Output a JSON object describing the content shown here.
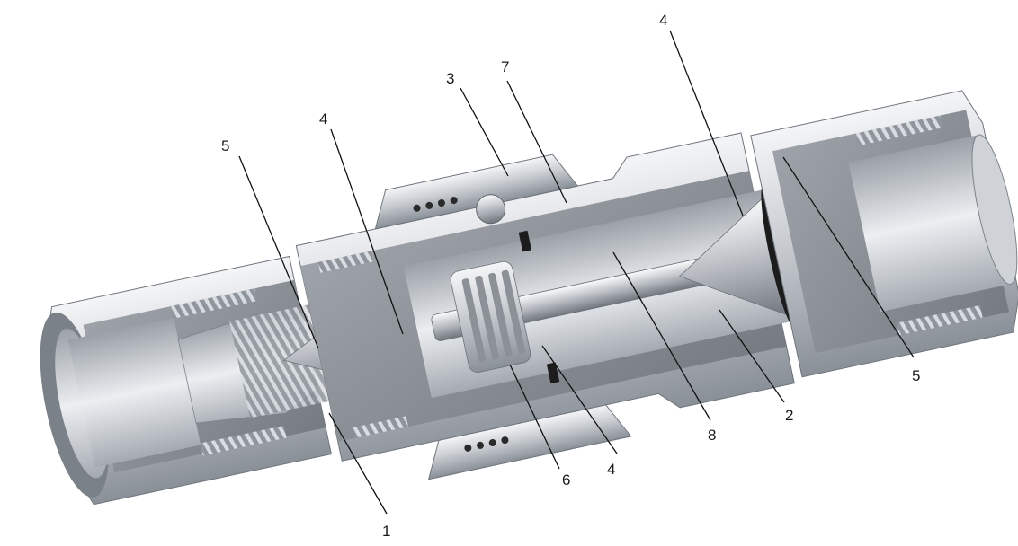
{
  "figure": {
    "subject": "quick-coupling-cutaway",
    "colors": {
      "steel_light": "#e4e6e9",
      "steel_mid": "#b9bdc3",
      "steel_dark": "#7d838b",
      "cut_face": "#8e9399",
      "cut_face_dark": "#6a6f75",
      "oring": "#1c1c1c",
      "leader": "#111111"
    },
    "callouts": [
      {
        "id": "c1",
        "label": "1"
      },
      {
        "id": "c2",
        "label": "2"
      },
      {
        "id": "c3",
        "label": "3"
      },
      {
        "id": "c4a",
        "label": "4"
      },
      {
        "id": "c4b",
        "label": "4"
      },
      {
        "id": "c4c",
        "label": "4"
      },
      {
        "id": "c5a",
        "label": "5"
      },
      {
        "id": "c5b",
        "label": "5"
      },
      {
        "id": "c6",
        "label": "6"
      },
      {
        "id": "c7",
        "label": "7"
      },
      {
        "id": "c8",
        "label": "8"
      }
    ]
  }
}
